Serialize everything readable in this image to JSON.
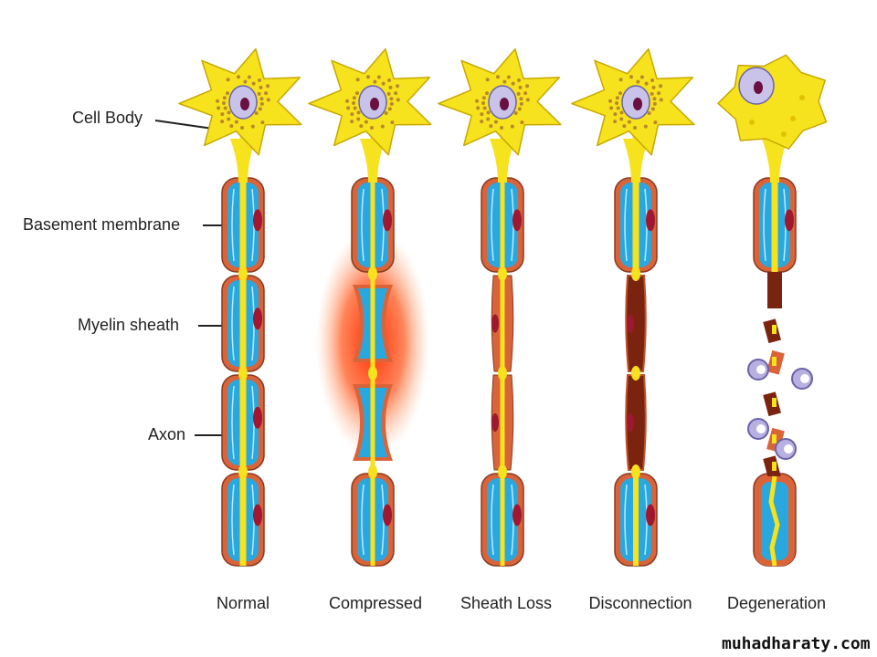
{
  "labels": {
    "cell_body": "Cell Body",
    "basement_membrane": "Basement membrane",
    "myelin_sheath": "Myelin sheath",
    "axon": "Axon"
  },
  "stages": [
    "Normal",
    "Compressed",
    "Sheath Loss",
    "Disconnection",
    "Degeneration"
  ],
  "watermark": "muhadharaty.com",
  "colors": {
    "cell_body": "#f7e21e",
    "myelin": "#29a8e0",
    "basement": "#d9643a",
    "nucleus": "#c9c3ea",
    "nucleolus": "#6a1040",
    "compression": "#ff3b10",
    "disconnected": "#7a2410"
  }
}
